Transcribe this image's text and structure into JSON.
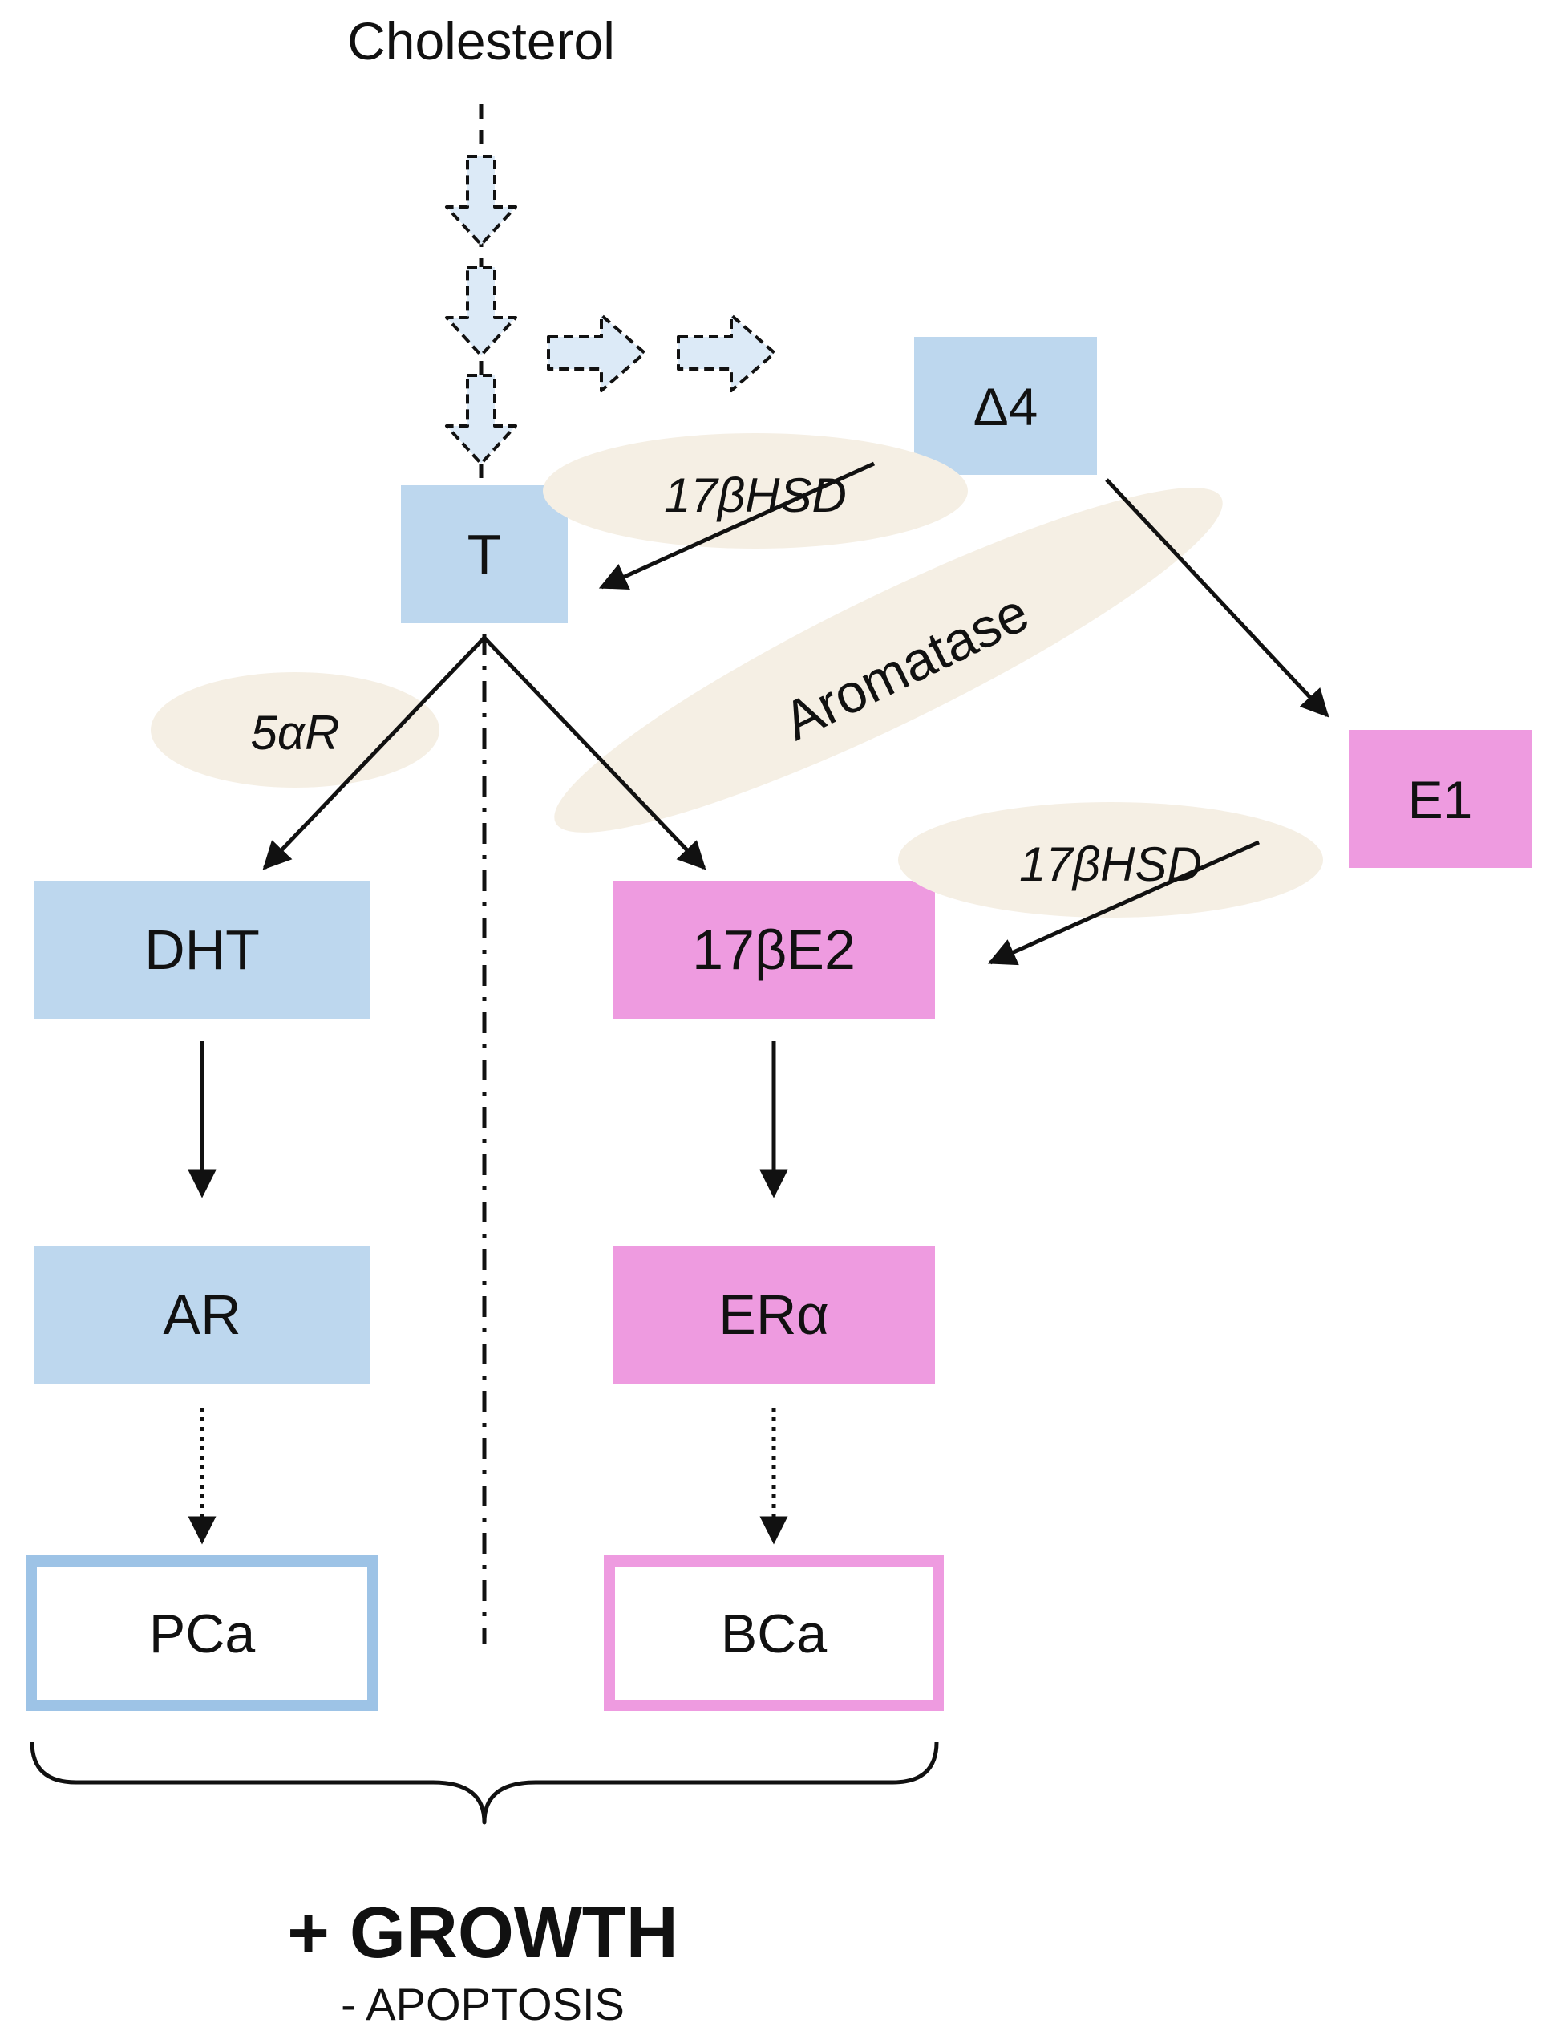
{
  "source": "Cholesterol",
  "nodes": {
    "delta4": "Δ4",
    "t": "T",
    "e1": "E1",
    "dht": "DHT",
    "e2": "17βE2",
    "ar": "AR",
    "era": "ERα",
    "pca": "PCa",
    "bca": "BCa"
  },
  "enzymes": {
    "hsd_top": "17βHSD",
    "five_ar": "5αR",
    "aromatase": "Aromatase",
    "hsd_bottom": "17βHSD"
  },
  "outcome": {
    "growth": "+ GROWTH",
    "apoptosis": "- APOPTOSIS"
  },
  "colors": {
    "androgen_fill": "#bdd7ee",
    "estrogen_fill": "#ee9be0",
    "enzyme_fill": "#f5efe4",
    "pca_border": "#9dc3e6",
    "bca_border": "#ee9be0",
    "hollow_arrow_fill": "#dceaf7"
  }
}
